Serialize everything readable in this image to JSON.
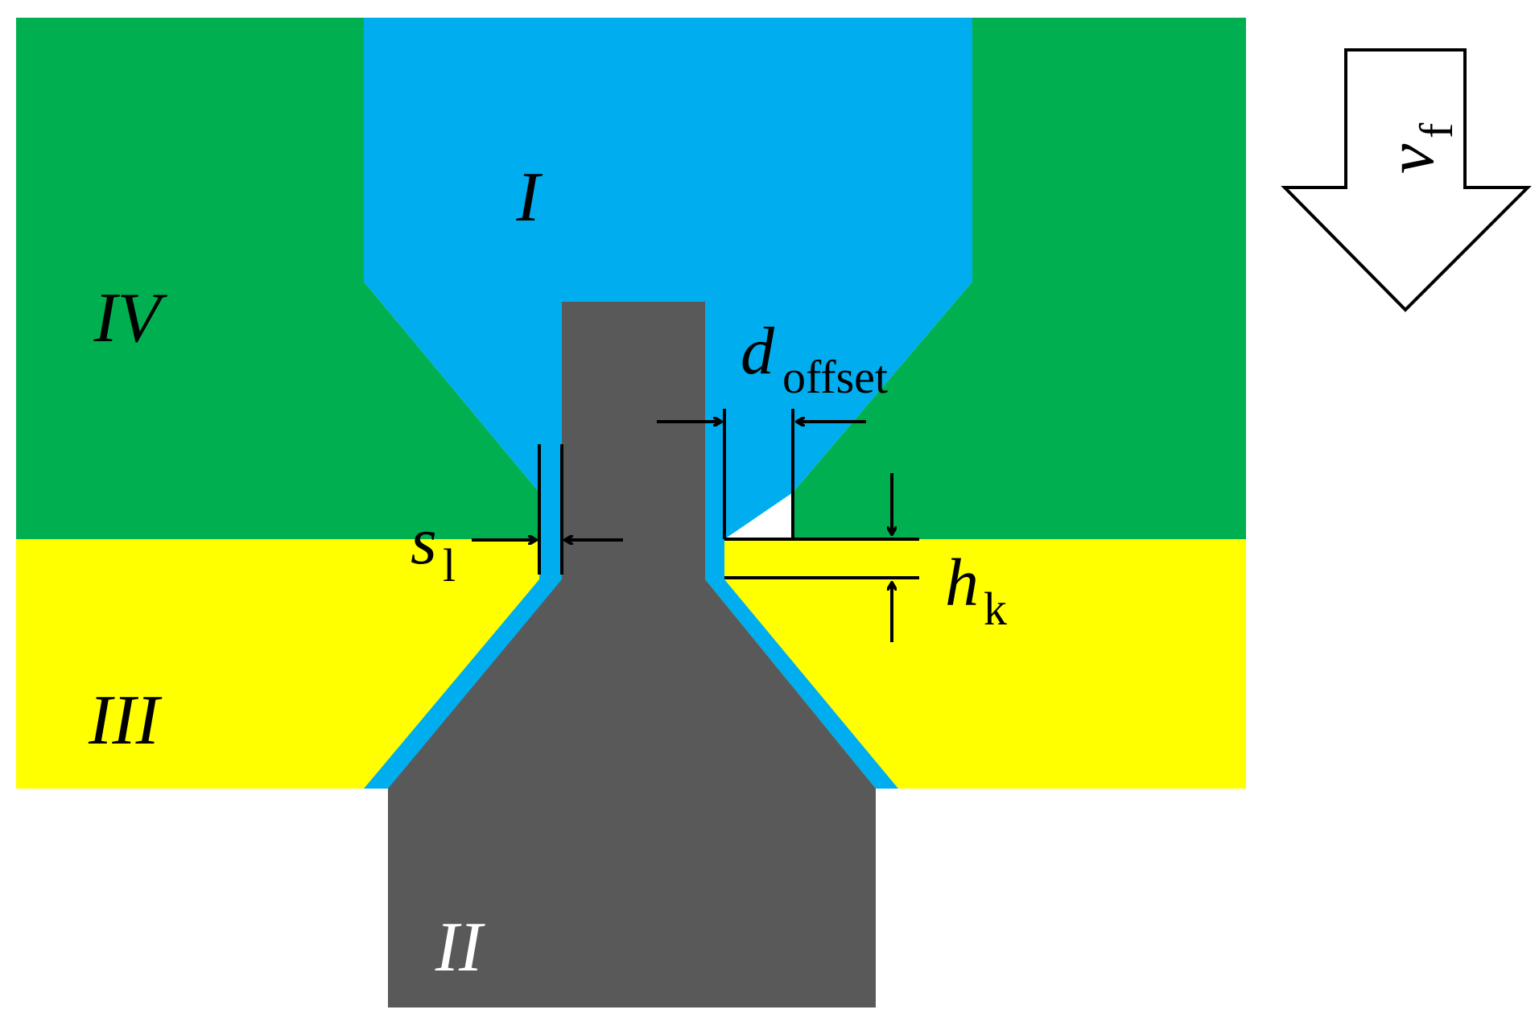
{
  "regions": {
    "I": "I",
    "II": "II",
    "III": "III",
    "IV": "IV"
  },
  "dimensions": {
    "d_offset": {
      "symbol": "d",
      "subscript": "offset"
    },
    "s_l": {
      "symbol": "s",
      "subscript": "l"
    },
    "h_k": {
      "symbol": "h",
      "subscript": "k"
    },
    "v_f": {
      "symbol": "v",
      "subscript": "f"
    }
  },
  "colors": {
    "region_I": "#00AEEF",
    "region_II": "#595959",
    "region_III": "#FFFF00",
    "region_IV": "#00B050",
    "outline": "#000000",
    "background": "#FFFFFF"
  },
  "icons": {
    "feed_direction": "down-arrow-icon",
    "dimension_arrow": "arrow-head-icon"
  }
}
